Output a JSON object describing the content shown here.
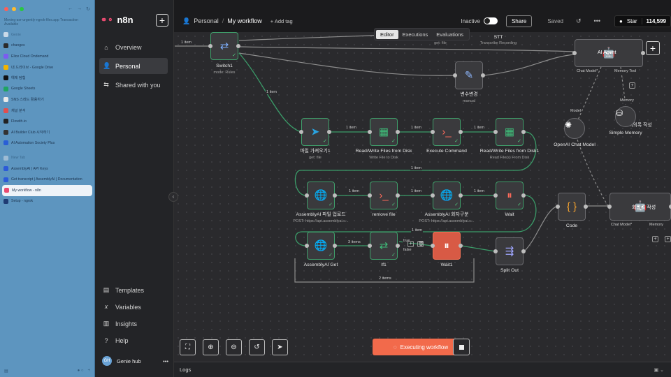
{
  "browser": {
    "notice": "Moving-avr-urgently-ngrok-files.app Transaction Available",
    "tabs": [
      {
        "label": "Genie",
        "color": "#c9d9e8",
        "group": true
      },
      {
        "label": "changes",
        "color": "#2b2b2b"
      },
      {
        "label": "Elice Cloud Ondemand",
        "color": "#7b5cf0"
      },
      {
        "label": "내 드라이브 - Google Drive",
        "color": "#f2b400"
      },
      {
        "label": "예제 탐험",
        "color": "#111111"
      },
      {
        "label": "Google Sheets",
        "color": "#1fa463"
      },
      {
        "label": "SNS 스레드 활용하기",
        "color": "#e9e9e9"
      },
      {
        "label": "채널 분석",
        "color": "#e04f4f"
      },
      {
        "label": "Flowith.io",
        "color": "#222222"
      },
      {
        "label": "AI Builder Club 시작하기",
        "color": "#333333"
      },
      {
        "label": "AI Automation Society Plus",
        "color": "#2a5fd6"
      },
      {
        "label": "New Tab",
        "color": "#9dbbd4",
        "group": true
      },
      {
        "label": "AssemblyAI | API Keys",
        "color": "#2c5bd8"
      },
      {
        "label": "Get transcript | AssemblyAI | Documentation",
        "color": "#2c5bd8"
      },
      {
        "label": "My workflow - n8n",
        "color": "#ea4b71",
        "active": true
      },
      {
        "label": "Setup - ngrok",
        "color": "#1f3b73"
      }
    ]
  },
  "sidebar": {
    "brand": "n8n",
    "items": [
      {
        "label": "Overview",
        "icon": "home-icon"
      },
      {
        "label": "Personal",
        "icon": "user-icon"
      },
      {
        "label": "Shared with you",
        "icon": "share-icon"
      }
    ],
    "bottom_items": [
      {
        "label": "Templates",
        "icon": "templates-icon"
      },
      {
        "label": "Variables",
        "icon": "variables-icon"
      },
      {
        "label": "Insights",
        "icon": "insights-icon"
      },
      {
        "label": "Help",
        "icon": "help-icon"
      }
    ],
    "user": {
      "initials": "GH",
      "name": "Genie hub"
    }
  },
  "header": {
    "project": "Personal",
    "workflow": "My workflow",
    "add_tag": "+ Add tag",
    "status": "Inactive",
    "share": "Share",
    "saved": "Saved",
    "github_star": "Star",
    "github_count": "114,599"
  },
  "view_tabs": [
    "Editor",
    "Executions",
    "Evaluations"
  ],
  "nodes": {
    "switch1": {
      "label": "Switch1",
      "sub": "mode: Rules"
    },
    "stt": {
      "label": "STT",
      "sub": "Transcribe Recording"
    },
    "getfile_top": {
      "sub": "get: file"
    },
    "ai_agent": {
      "label": "AI Agent"
    },
    "var_change": {
      "label": "변수변경",
      "sub": "manual"
    },
    "openai": {
      "label": "OpenAI Chat Model"
    },
    "memory": {
      "label": "Simple Memory"
    },
    "telegram": {
      "label": "파일 가져오기1",
      "sub": "get: file"
    },
    "rw1": {
      "label": "Read/Write Files from Disk",
      "sub": "Write File to Disk"
    },
    "exec_cmd": {
      "label": "Execute Command"
    },
    "rw2": {
      "label": "Read/Write Files from Disk1",
      "sub": "Read File(s) From Disk"
    },
    "upload": {
      "label": "AssemblyAI 파일 업로드",
      "sub": "POST: https://api.assemblyai.c..."
    },
    "remove": {
      "label": "remove file"
    },
    "speaker": {
      "label": "AssemblyAI 화자구분",
      "sub": "POST: https://api.assemblyai.c..."
    },
    "wait": {
      "label": "Wait"
    },
    "code": {
      "label": "Code"
    },
    "minutes": {
      "label": "회의록 작성"
    },
    "asm_get": {
      "label": "AssemblyAI Get"
    },
    "if1": {
      "label": "If1"
    },
    "wait1": {
      "label": "Wait1"
    },
    "split": {
      "label": "Split Out"
    }
  },
  "edge_labels": {
    "item1": "1 item",
    "items3": "3 items",
    "items2": "2 items",
    "true": "true",
    "false": "false",
    "chat_model": "Chat Model*",
    "memory_tool": "Memory Tool",
    "model": "Model",
    "memory": "Memory"
  },
  "execute_button": "Executing workflow",
  "logs": "Logs"
}
